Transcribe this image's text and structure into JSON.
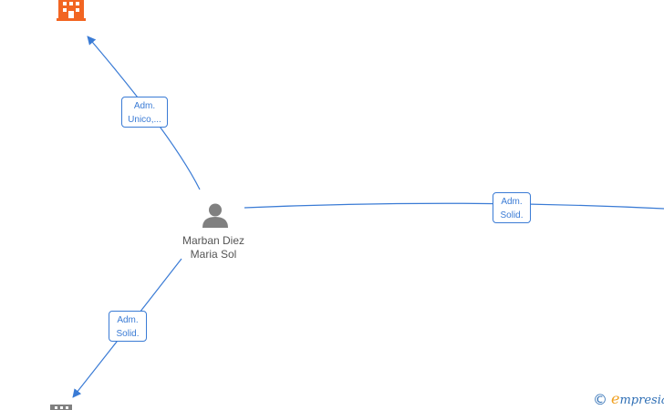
{
  "person": {
    "name_line1": "Marban Diez",
    "name_line2": "Maria Sol"
  },
  "edges": [
    {
      "id": "to-company-top",
      "line1": "Adm.",
      "line2": "Unico,..."
    },
    {
      "id": "to-company-right",
      "line1": "Adm.",
      "line2": "Solid."
    },
    {
      "id": "to-company-bottom",
      "line1": "Adm.",
      "line2": "Solid."
    }
  ],
  "watermark": {
    "symbol": "©",
    "brand_initial": "e",
    "brand_rest": "mpresia"
  },
  "colors": {
    "edge": "#3a7bd5",
    "company_active": "#f26522",
    "company_inactive": "#808080",
    "person": "#808080"
  },
  "icons": {
    "person": "person-icon",
    "company": "building-icon"
  }
}
